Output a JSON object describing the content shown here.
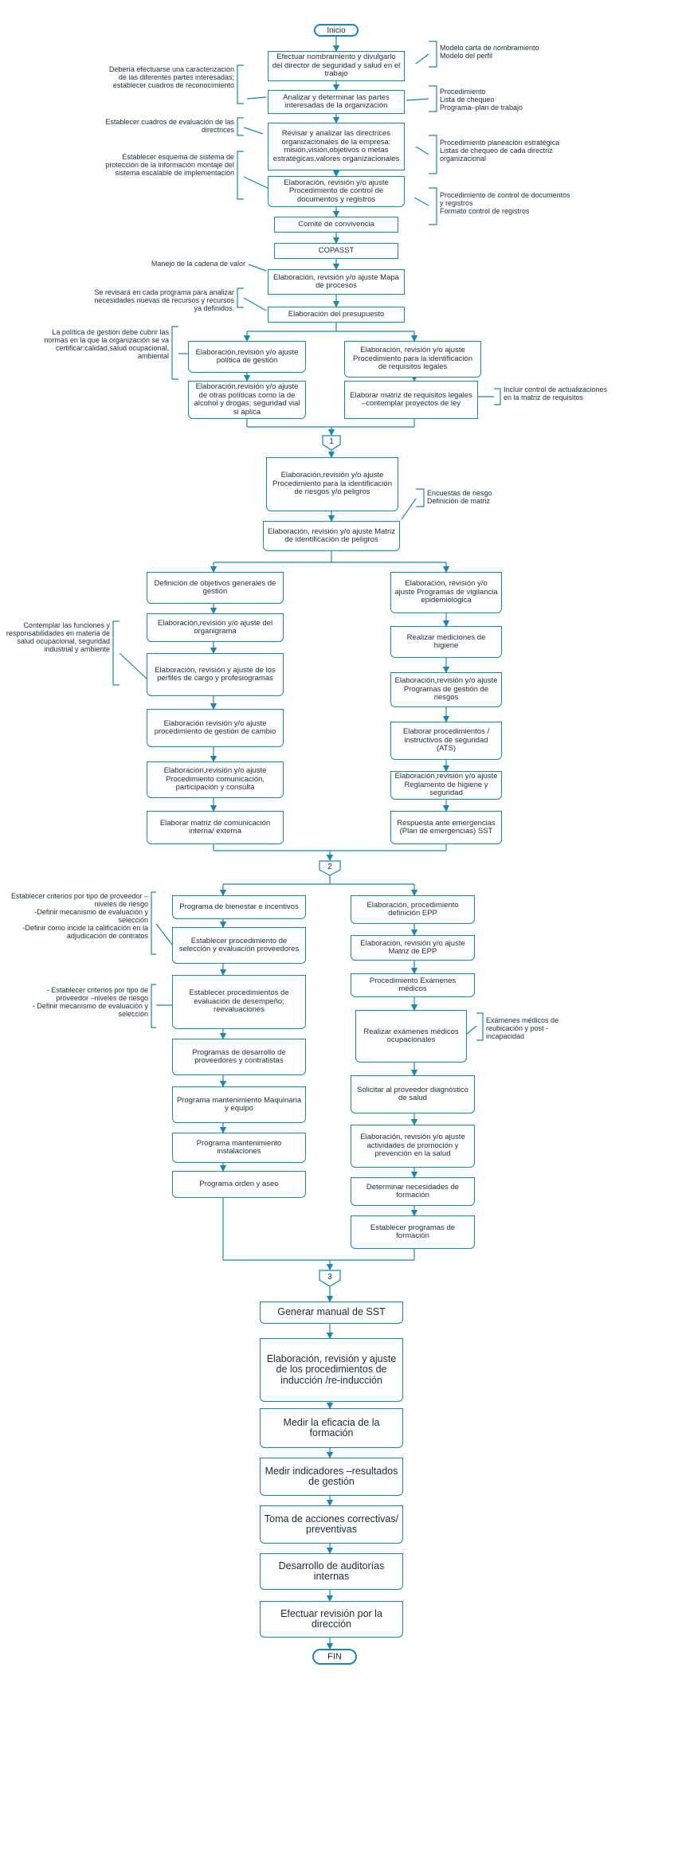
{
  "start": "Inicio",
  "end": "FIN",
  "connectors": [
    "1",
    "2",
    "3"
  ],
  "steps": {
    "s1": "Efectuar nombramiento y divulgarlo del director de seguridad y salud en el trabajo",
    "s2": "Analizar y determinar las partes interesadas de la organización",
    "s3": "Revisar y analizar las directrices organizacionales de la empresa: misión,visión,objetivos o metas estratégicas,valores organizacionales",
    "s4": "Elaboración, revisión y/o ajuste Procedimiento de control de documentos y registros",
    "s5": "Comité de convivencia",
    "s6": "COPASST",
    "s7": "Elaboración, revisión y/o ajuste Mapa de procesos",
    "s8": "Elaboración del presupuesto",
    "s9a": "Elaboración,revisión y/o ajuste política de gestión",
    "s9b": "Elaboración,revisión y/o ajuste de otras políticas como la de alcohol y drogas; seguridad vial si aplica",
    "s9c": "Elaboración, revisión y/o ajuste Procedimiento para la identificación de requisitos legales",
    "s9d": "Elaborar matriz de requisitos legales –contemplar proyectos de ley",
    "s10": "Elaboración,revisión y/o ajuste Procedimiento para la identificación de riesgos y/o peligros",
    "s11": "Elaboración, revisión y/o ajuste Matriz de identificación de peligros",
    "l1": "Definición de objetivos generales de gestión",
    "l2": "Elaboración,revisión y/o ajuste del organigrama",
    "l3": "Elaboración, revisión y ajuste de los perfiles de cargo y profesiogramas",
    "l4": "Elaboración revisión y/o ajuste procedimiento de gestión de cambio",
    "l5": "Elaboración,revisión y/o ajuste Procedimiento comunicación, participación y consulta",
    "l6": "Elaborar matriz de comunicación interna/ externa",
    "r1": "Elaboración, revisión y/o ajuste Programas de vigilancia epidemiológica",
    "r2": "Realizar mediciones de higiene",
    "r3": "Elaboración,revisión y/o ajuste Programas de gestión de riesgos",
    "r4": "Elaborar procedimientos / instructivos de seguridad (ATS)",
    "r5": "Elaboración,revisión y/o ajuste Reglamento de higiene y seguridad",
    "r6": "Respuesta ante emergencias (Plan de emergencias) SST",
    "m1": "Programa de bienestar e incentivos",
    "m2": "Establecer procedimiento de selección y evaluación proveedores",
    "m3": "Establecer procedimientos de evaluación de desempeño; reevaluaciones",
    "m4": "Programas de desarrollo de proveedores y contratistas",
    "m5": "Programa mantenimiento Maquinaria y equipo",
    "m6": "Programa mantenimiento instalaciones",
    "m7": "Programa orden y aseo",
    "n1": "Elaboración, procedimiento definición EPP",
    "n2": "Elaboración, revisión y/o ajuste Matriz de EPP",
    "n3": "Procedimiento Exámenes médicos",
    "n4": "Realizar exámenes médicos ocupacionales",
    "n5": "Solicitar al proveedor diagnóstico de salud",
    "n6": "Elaboración, revisión y/o ajuste actividades de promoción y prevención en la salud",
    "n7": "Determinar necesidades de formación",
    "n8": "Establecer programas de formación",
    "f1": "Generar manual de SST",
    "f2": "Elaboración, revisión y ajuste de los procedimientos de inducción /re-inducción",
    "f3": "Medir la eficacia de la formación",
    "f4": "Medir indicadores –resultados de gestión",
    "f5": "Toma de acciones correctivas/ preventivas",
    "f6": "Desarrollo de auditorías internas",
    "f7": "Efectuar revisión por la dirección"
  },
  "notes": {
    "nr1": "Modelo carta de nombramiento\nModelo del perfil",
    "nr2": "Procedimiento\nLista de chequeo\nPrograma–plan de trabajo",
    "nr3": "Procedimiento planeación estratégica\nListas de chequeo de cada directriz organizacional",
    "nr4": "Procedimiento de control de documentos y registros\nFormato control de registros",
    "nr5": "Incluir control de actualizaciones en la matriz de requisitos",
    "nr6": "Encuestas de riesgo\nDefinición de matriz",
    "nr7": "Exámenes médicos de reubicación y post - incapacidad",
    "nl1": "Debería efectuarse una caracterización de las diferentes partes interesadas; establecer cuadros de reconocimiento",
    "nl2": "Establecer cuadros de evaluación de las directrices",
    "nl3": "Establecer esquema de sistema de protección de la información montaje del sistema escalable de implementación",
    "nl4": "Manejo de la cadena de valor",
    "nl5": "Se revisará en cada programa para analizar necesidades nuevas de recursos y recursos ya definidos.",
    "nl6": "La política de gestión debe cubrir las normas en la que la organización se va certificar:calidad,salud ocupacional, ambiental",
    "nl7": "Contemplar las funciones y responsabilidades en materia de salud ocupacional, seguridad industrial y ambiente",
    "nl8": "Establecer criterios por tipo de proveedor –niveles de riesgo\n-Definir mecanismo de evaluación y selección\n-Definir como incide la calificación en la adjudicación de contratos",
    "nl9": "- Establecer criterios por tipo de proveedor –niveles de riesgo\n- Definir mecanismo de evaluación y selección"
  },
  "colors": {
    "line": "#1b86ad",
    "text": "#1a2a3a"
  }
}
